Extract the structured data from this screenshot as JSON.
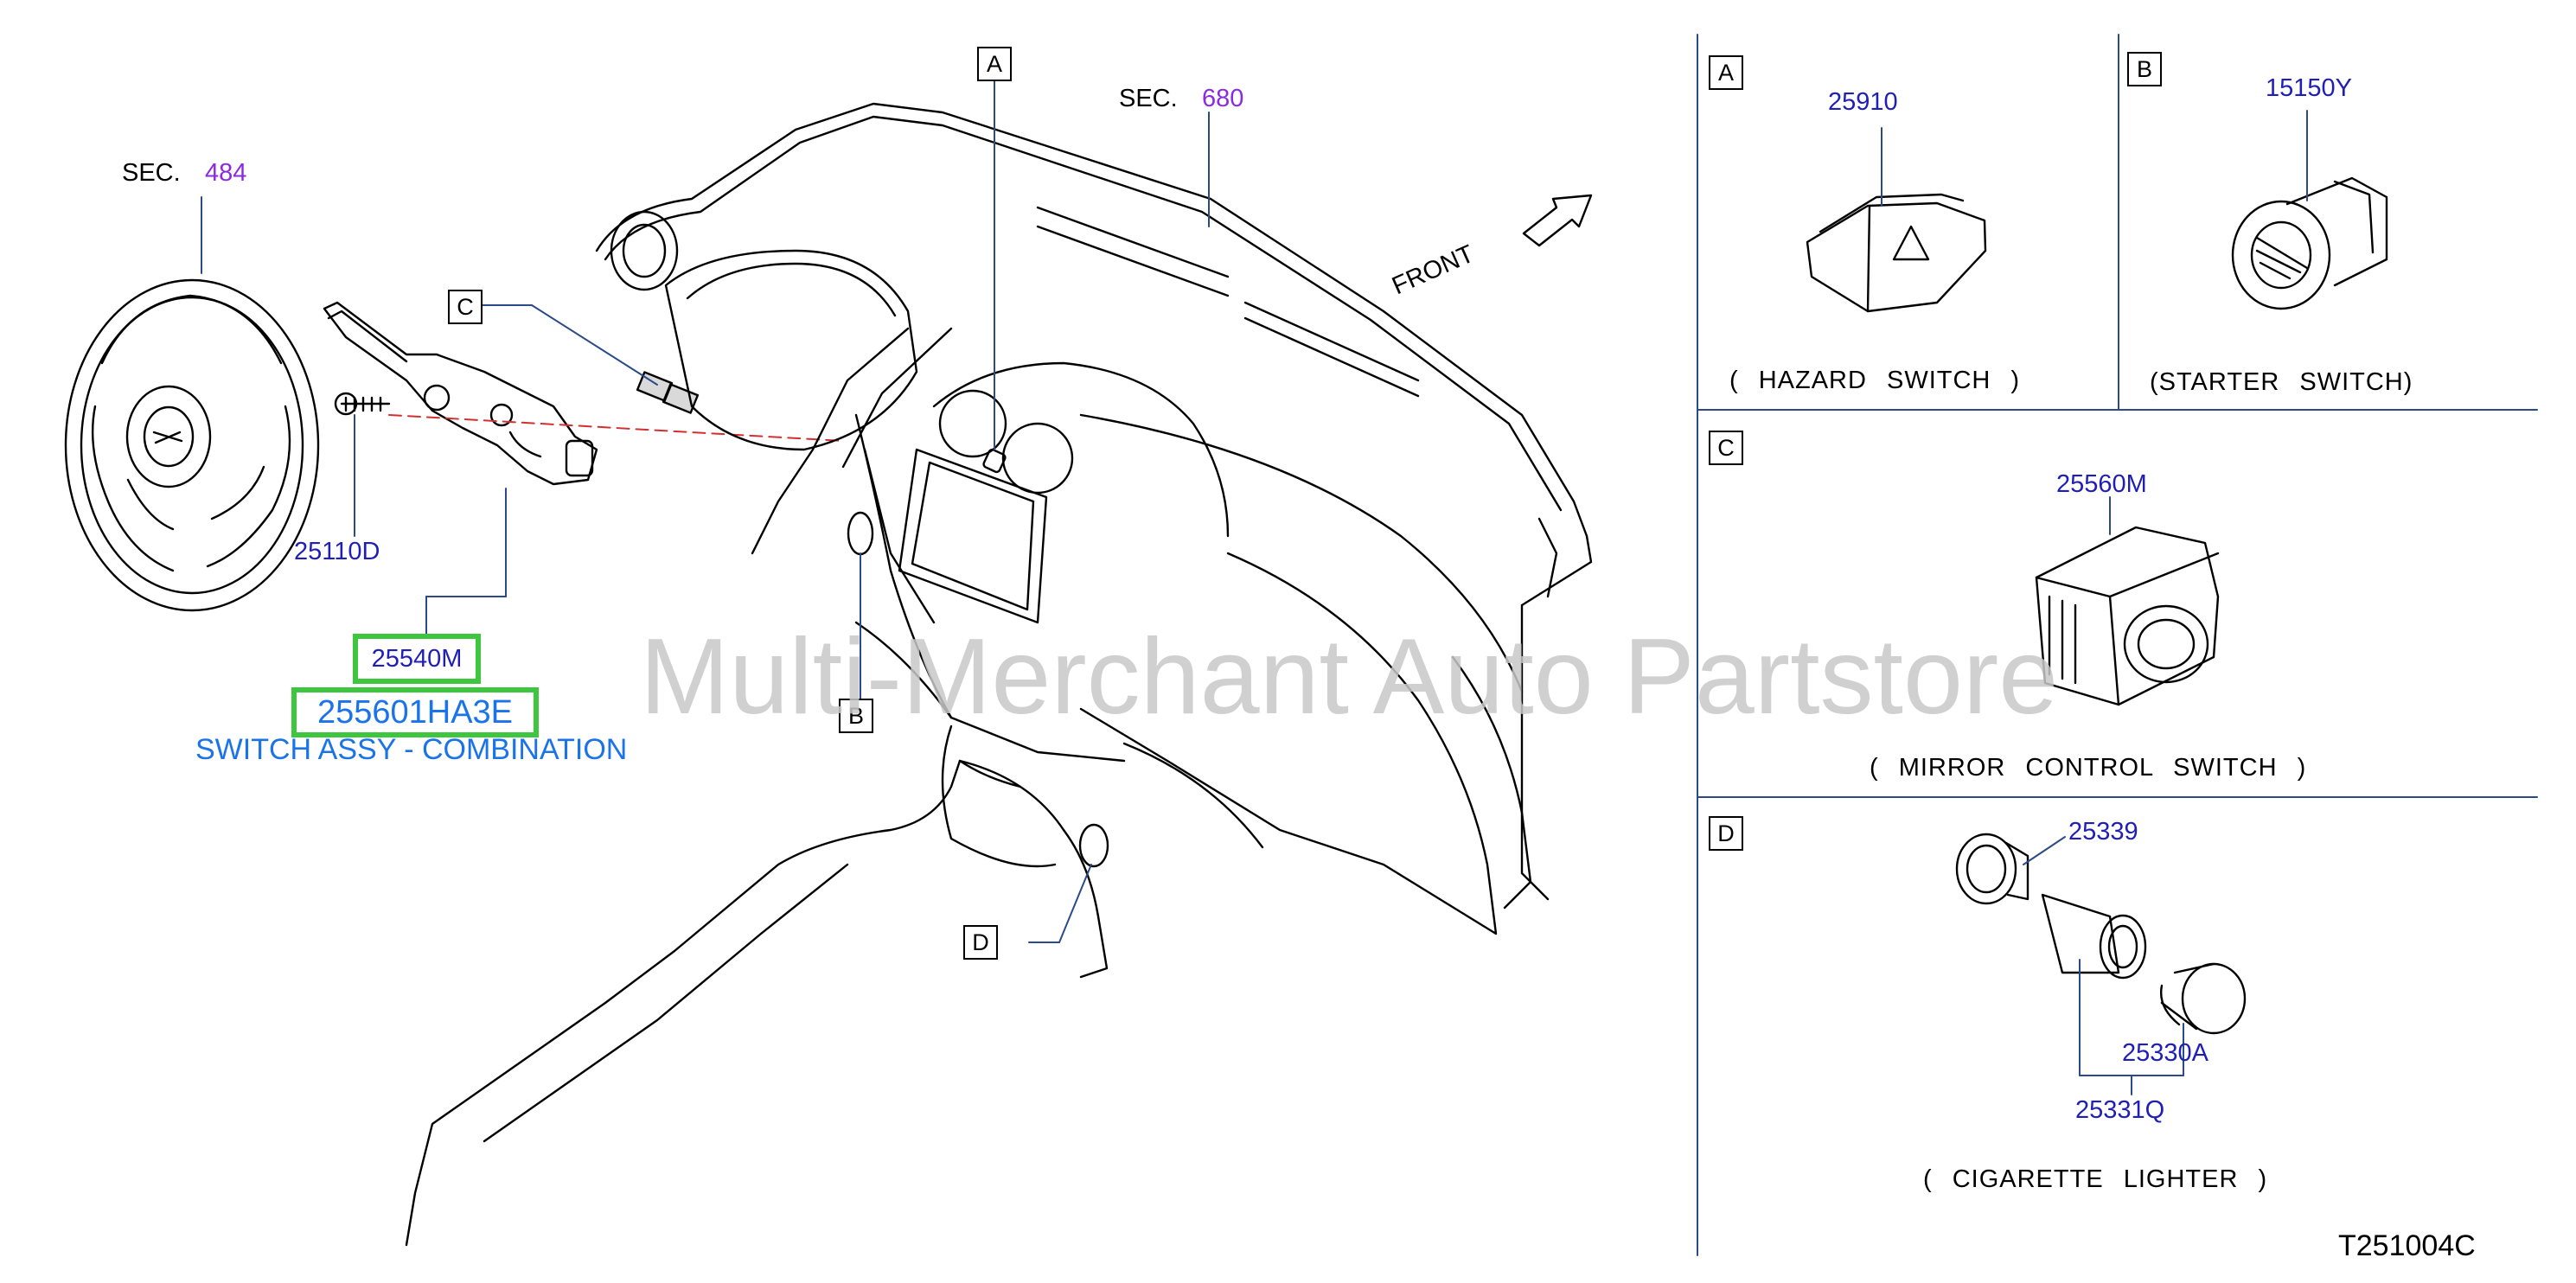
{
  "diagram": {
    "watermark": "Multi-Merchant Auto Partstore",
    "sec_refs": [
      {
        "prefix": "SEC.",
        "num": "484"
      },
      {
        "prefix": "SEC.",
        "num": "680"
      }
    ],
    "front_label": "FRONT",
    "callouts": [
      "A",
      "B",
      "C",
      "D"
    ],
    "main_parts": {
      "bolt": "25110D",
      "switch_assy_part": "25540M",
      "highlighted_part": "255601HA3E",
      "highlighted_desc": "SWITCH ASSY - COMBINATION"
    },
    "panels": {
      "A": {
        "letter": "A",
        "part": "25910",
        "caption": "( HAZARD SWITCH )"
      },
      "B": {
        "letter": "B",
        "part": "15150Y",
        "caption": "(STARTER SWITCH)"
      },
      "C": {
        "letter": "C",
        "part": "25560M",
        "caption": "( MIRROR CONTROL SWITCH )"
      },
      "D": {
        "letter": "D",
        "parts": [
          "25339",
          "25330A",
          "25331Q"
        ],
        "caption": "( CIGARETTE LIGHTER )"
      }
    },
    "drawing_code": "T251004C",
    "colors": {
      "part_number": "#1f1fb8",
      "section_number": "#8a2be2",
      "highlight": "#3ec63e",
      "desc_text": "#1a73e8",
      "watermark": "#c8c8c8"
    }
  }
}
